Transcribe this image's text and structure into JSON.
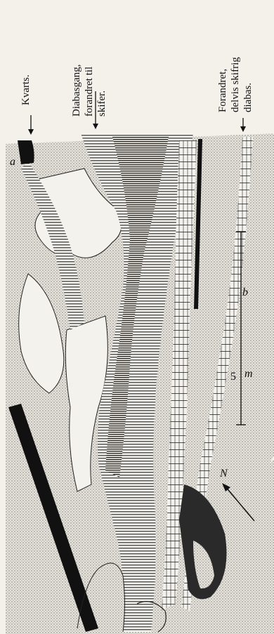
{
  "labels": {
    "kvarts": "Kvarts.",
    "diabas_line1": "Diabasgang,",
    "diabas_line2": "forandret til",
    "diabas_line3": "skifer.",
    "forandret_line1": "Forandret,",
    "forandret_line2": "delvis skifrig",
    "forandret_line3": "diabas."
  },
  "point_labels": {
    "a": "a",
    "b": "b"
  },
  "scale": {
    "value": "5",
    "unit": "m"
  },
  "north": "N",
  "colors": {
    "paper": "#f3f1ea",
    "ink": "#111111",
    "stipple": "#d2d0c8"
  }
}
